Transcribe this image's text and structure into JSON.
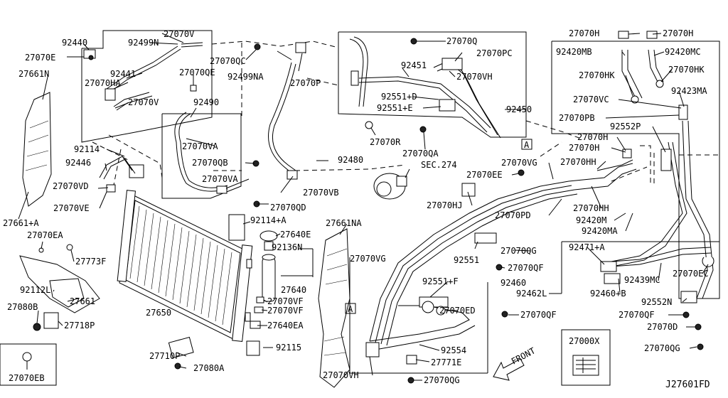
{
  "labels": [
    {
      "id": "92440",
      "text": "92440"
    },
    {
      "id": "27070e",
      "text": "27070E"
    },
    {
      "id": "92499n",
      "text": "92499N"
    },
    {
      "id": "27070v-top",
      "text": "27070V"
    },
    {
      "id": "92441",
      "text": "92441"
    },
    {
      "id": "27070ha",
      "text": "27070HA"
    },
    {
      "id": "27070v-mid",
      "text": "27070V"
    },
    {
      "id": "27661n",
      "text": "27661N"
    },
    {
      "id": "92114",
      "text": "92114"
    },
    {
      "id": "92446",
      "text": "92446"
    },
    {
      "id": "27070vd",
      "text": "27070VD"
    },
    {
      "id": "27070ve",
      "text": "27070VE"
    },
    {
      "id": "27661a",
      "text": "27661+A"
    },
    {
      "id": "27070ea",
      "text": "27070EA"
    },
    {
      "id": "27773f",
      "text": "27773F"
    },
    {
      "id": "92112l",
      "text": "92112L"
    },
    {
      "id": "27661",
      "text": "27661"
    },
    {
      "id": "27080b",
      "text": "27080B"
    },
    {
      "id": "27718p",
      "text": "27718P"
    },
    {
      "id": "27070eb",
      "text": "27070EB"
    },
    {
      "id": "27070qc",
      "text": "27070QC"
    },
    {
      "id": "27070qe",
      "text": "27070QE"
    },
    {
      "id": "92499na",
      "text": "92499NA"
    },
    {
      "id": "27070p",
      "text": "27070P"
    },
    {
      "id": "92490",
      "text": "92490"
    },
    {
      "id": "27070va-1",
      "text": "27070VA"
    },
    {
      "id": "27070qb",
      "text": "27070QB"
    },
    {
      "id": "27070va-2",
      "text": "27070VA"
    },
    {
      "id": "92480",
      "text": "92480"
    },
    {
      "id": "27070vb",
      "text": "27070VB"
    },
    {
      "id": "27070qd",
      "text": "27070QD"
    },
    {
      "id": "92114a",
      "text": "92114+A"
    },
    {
      "id": "27640e",
      "text": "27640E"
    },
    {
      "id": "92136n",
      "text": "92136N"
    },
    {
      "id": "27640",
      "text": "27640"
    },
    {
      "id": "27070vf-1",
      "text": "27070VF"
    },
    {
      "id": "27070vf-2",
      "text": "27070VF"
    },
    {
      "id": "27650",
      "text": "27650"
    },
    {
      "id": "27640ea",
      "text": "27640EA"
    },
    {
      "id": "92115",
      "text": "92115"
    },
    {
      "id": "27710p",
      "text": "27710P"
    },
    {
      "id": "27080a",
      "text": "27080A"
    },
    {
      "id": "27070q",
      "text": "27070Q"
    },
    {
      "id": "27070pc",
      "text": "27070PC"
    },
    {
      "id": "92451",
      "text": "92451"
    },
    {
      "id": "27070vh-top",
      "text": "27070VH"
    },
    {
      "id": "92551d",
      "text": "92551+D"
    },
    {
      "id": "92551e",
      "text": "92551+E"
    },
    {
      "id": "92450",
      "text": "92450"
    },
    {
      "id": "27070r",
      "text": "27070R"
    },
    {
      "id": "27070qa",
      "text": "27070QA"
    },
    {
      "id": "sec274",
      "text": "SEC.274"
    },
    {
      "id": "27070h-1",
      "text": "27070H"
    },
    {
      "id": "27070h-2",
      "text": "27070H"
    },
    {
      "id": "92420mb",
      "text": "92420MB"
    },
    {
      "id": "92420mc",
      "text": "92420MC"
    },
    {
      "id": "27070hk-1",
      "text": "27070HK"
    },
    {
      "id": "27070hk-2",
      "text": "27070HK"
    },
    {
      "id": "27070vc",
      "text": "27070VC"
    },
    {
      "id": "92423ma",
      "text": "92423MA"
    },
    {
      "id": "27070pb",
      "text": "27070PB"
    },
    {
      "id": "92552p",
      "text": "92552P"
    },
    {
      "id": "27070h-3",
      "text": "27070H"
    },
    {
      "id": "27070h-4",
      "text": "27070H"
    },
    {
      "id": "27070vg-top",
      "text": "27070VG"
    },
    {
      "id": "27070hh-1",
      "text": "27070HH"
    },
    {
      "id": "27070ee",
      "text": "27070EE"
    },
    {
      "id": "27070hj",
      "text": "27070HJ"
    },
    {
      "id": "27070hh-2",
      "text": "27070HH"
    },
    {
      "id": "27070pd",
      "text": "27070PD"
    },
    {
      "id": "92420m",
      "text": "92420M"
    },
    {
      "id": "92420ma",
      "text": "92420MA"
    },
    {
      "id": "27661na",
      "text": "27661NA"
    },
    {
      "id": "27070vg-mid",
      "text": "27070VG"
    },
    {
      "id": "92551",
      "text": "92551"
    },
    {
      "id": "27070qg-1",
      "text": "27070QG"
    },
    {
      "id": "27070qf-1",
      "text": "27070QF"
    },
    {
      "id": "92471a",
      "text": "92471+A"
    },
    {
      "id": "92439mc",
      "text": "92439MC"
    },
    {
      "id": "27070ec",
      "text": "27070EC"
    },
    {
      "id": "92551f",
      "text": "92551+F"
    },
    {
      "id": "92460",
      "text": "92460"
    },
    {
      "id": "92462l",
      "text": "92462L"
    },
    {
      "id": "92460b",
      "text": "92460+B"
    },
    {
      "id": "92552n",
      "text": "92552N"
    },
    {
      "id": "27070ed",
      "text": "27070ED"
    },
    {
      "id": "27070qf-2",
      "text": "27070QF"
    },
    {
      "id": "27070qf-3",
      "text": "27070QF"
    },
    {
      "id": "27070d",
      "text": "27070D"
    },
    {
      "id": "27070qg-2",
      "text": "27070QG"
    },
    {
      "id": "92554",
      "text": "92554"
    },
    {
      "id": "27771e",
      "text": "27771E"
    },
    {
      "id": "27070vh-bot",
      "text": "27070VH"
    },
    {
      "id": "27070qg-3",
      "text": "27070QG"
    },
    {
      "id": "front",
      "text": "FRONT"
    },
    {
      "id": "27000x",
      "text": "27000X"
    },
    {
      "id": "ref-a-1",
      "text": "A"
    },
    {
      "id": "ref-a-2",
      "text": "A"
    }
  ],
  "diagram_code": "J27601FD"
}
